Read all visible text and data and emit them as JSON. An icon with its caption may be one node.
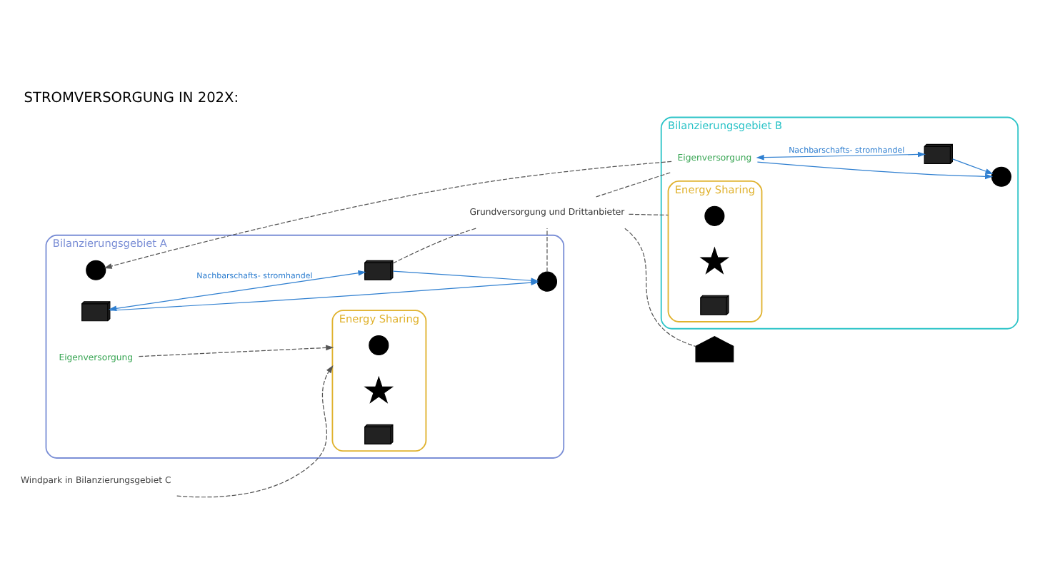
{
  "diagram": {
    "title": "STROMVERSORGUNG IN 202X:",
    "nodes": [
      {
        "text": [
          "Bilanzierungsgebiet A"
        ]
      },
      {
        "text": [
          "Energy Sharing"
        ],
        "in": 0
      },
      {
        "text": [],
        "shape": "panel",
        "in": 0
      },
      {
        "text": [],
        "shape": "person",
        "in": 0
      },
      {
        "text": [],
        "shape": "panel",
        "in": 0
      },
      {
        "text": [],
        "shape": "person",
        "in": 1
      },
      {
        "text": [],
        "shape": "turbine",
        "in": 1
      },
      {
        "text": [],
        "shape": "panel",
        "in": 1
      },
      {
        "text": [
          "Eigenversorgung"
        ],
        "in": 0
      },
      {
        "text": [],
        "shape": "person",
        "in": 0
      },
      {
        "text": [
          "Grundversorgung und Drittanbieter"
        ]
      },
      {
        "text": [],
        "shape": "factory"
      },
      {
        "text": [
          "Bilanzierungsgebiet B"
        ]
      },
      {
        "text": [
          "Energy Sharing"
        ],
        "in": 12
      },
      {
        "text": [],
        "shape": "person",
        "in": 13
      },
      {
        "text": [],
        "shape": "turbine",
        "in": 13
      },
      {
        "text": [],
        "shape": "panel",
        "in": 13
      },
      {
        "text": [
          "Eigenversorgung"
        ],
        "in": 12
      },
      {
        "text": [],
        "shape": "person",
        "in": 12
      },
      {
        "text": [],
        "shape": "panel",
        "in": 12
      },
      {
        "text": [
          "Windpark in Bilanzierungsgebiet C"
        ]
      }
    ],
    "edges": [
      {
        "from": 2,
        "to": 3,
        "arrow": "to",
        "color": "#2f7fd0"
      },
      {
        "from": 4,
        "to": 3,
        "arrow": "to",
        "color": "#2f7fd0"
      },
      {
        "from": 2,
        "to": 4,
        "arrow": "both",
        "label": "Nachbarschafts- stromhandel",
        "color": "#2f7fd0"
      },
      {
        "from": 3,
        "to": 10,
        "arrow": "none",
        "style": "dashed"
      },
      {
        "from": 4,
        "to": 10,
        "arrow": "none",
        "style": "dashed"
      },
      {
        "from": 10,
        "to": 11,
        "arrow": "none",
        "style": "dashed"
      },
      {
        "from": 10,
        "to": 17,
        "arrow": "none",
        "style": "dashed"
      },
      {
        "from": 10,
        "to": 13,
        "arrow": "none",
        "style": "dashed"
      },
      {
        "from": 17,
        "to": 9,
        "arrow": "to",
        "style": "dashed"
      },
      {
        "from": 8,
        "to": 1,
        "arrow": "to",
        "style": "dashed"
      },
      {
        "from": 20,
        "to": 1,
        "arrow": "to",
        "style": "dashed"
      },
      {
        "from": 17,
        "to": 18,
        "arrow": "to",
        "color": "#2f7fd0"
      },
      {
        "from": 17,
        "to": 19,
        "arrow": "both",
        "label": "Nachbarschafts- stromhandel",
        "color": "#2f7fd0"
      },
      {
        "from": 19,
        "to": 18,
        "arrow": "to",
        "color": "#2f7fd0"
      }
    ]
  }
}
